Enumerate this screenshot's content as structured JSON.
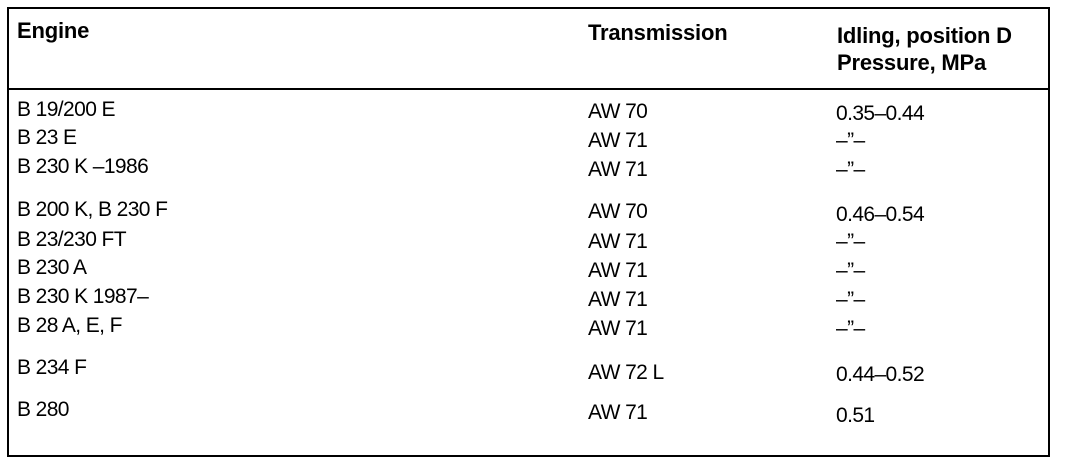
{
  "table": {
    "headers": {
      "engine": "Engine",
      "transmission": "Transmission",
      "idling_line1": "Idling, position D",
      "idling_line2": "Pressure, MPa"
    },
    "rows": [
      {
        "engine": "B 19/200 E",
        "transmission": "AW 70",
        "pressure": "0.35–0.44"
      },
      {
        "engine": "B 23 E",
        "transmission": "AW 71",
        "pressure": "–”–"
      },
      {
        "engine": "B 230 K –1986",
        "transmission": "AW 71",
        "pressure": "–”–"
      },
      {
        "engine": "B 200 K,  B 230 F",
        "transmission": "AW 70",
        "pressure": "0.46–0.54"
      },
      {
        "engine": "B 23/230 FT",
        "transmission": "AW 71",
        "pressure": "–”–"
      },
      {
        "engine": "B 230 A",
        "transmission": "AW 71",
        "pressure": "–”–"
      },
      {
        "engine": "B 230 K  1987–",
        "transmission": "AW 71",
        "pressure": "–”–"
      },
      {
        "engine": "B 28 A,  E,  F",
        "transmission": "AW 71",
        "pressure": "–”–"
      },
      {
        "engine": "B 234 F",
        "transmission": "AW 72 L",
        "pressure": "0.44–0.52"
      },
      {
        "engine": "B 280",
        "transmission": "AW 71",
        "pressure": "0.51"
      }
    ]
  }
}
